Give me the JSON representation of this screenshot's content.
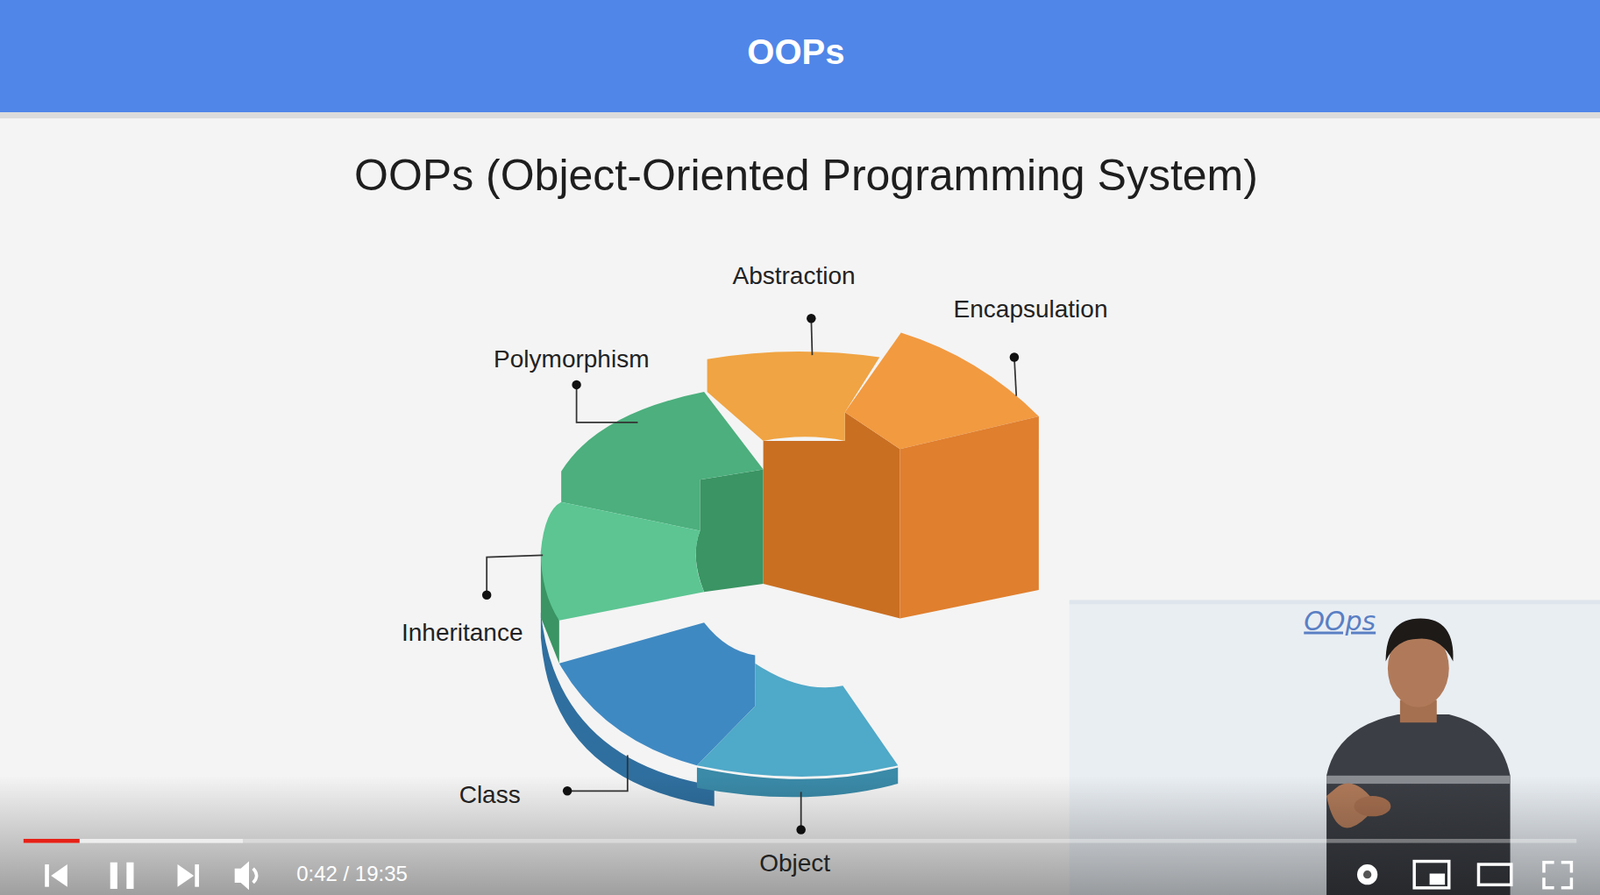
{
  "diagram": {
    "title": "OOPs (Object-Oriented Programming System)",
    "labels": [
      "OOPs",
      "Abstraction",
      "Encapsulation",
      "Polymorphism",
      "Inheritance",
      "Class",
      "Object",
      "OOps",
      "0:42 / 19:35"
    ]
  }
}
